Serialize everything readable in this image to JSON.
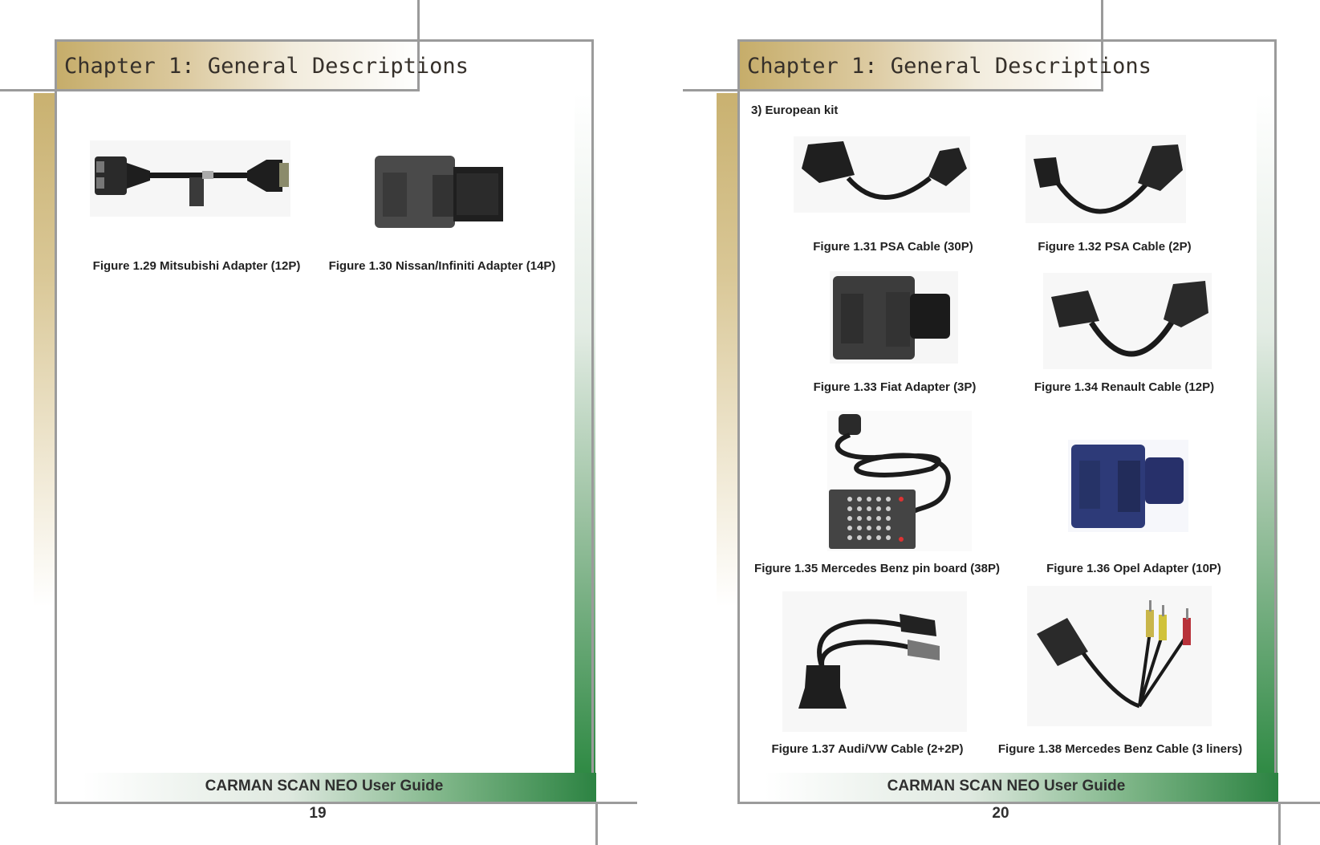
{
  "left_page": {
    "header_title": "Chapter 1: General Descriptions",
    "footer_title": "CARMAN SCAN NEO User Guide",
    "page_number": "19",
    "captions": [
      "Figure 1.29 Mitsubishi Adapter (12P)",
      "Figure 1.30 Nissan/Infiniti Adapter (14P)"
    ]
  },
  "right_page": {
    "header_title": "Chapter 1: General Descriptions",
    "footer_title": "CARMAN SCAN NEO User Guide",
    "page_number": "20",
    "section_label": "3) European kit",
    "captions": [
      "Figure 1.31 PSA Cable (30P)",
      "Figure 1.32 PSA Cable (2P)",
      "Figure 1.33 Fiat Adapter (3P)",
      "Figure 1.34 Renault Cable (12P)",
      "Figure 1.35 Mercedes Benz pin board (38P)",
      "Figure 1.36 Opel Adapter (10P)",
      "Figure 1.37 Audi/VW Cable (2+2P)",
      "Figure 1.38 Mercedes Benz Cable (3 liners)"
    ]
  }
}
